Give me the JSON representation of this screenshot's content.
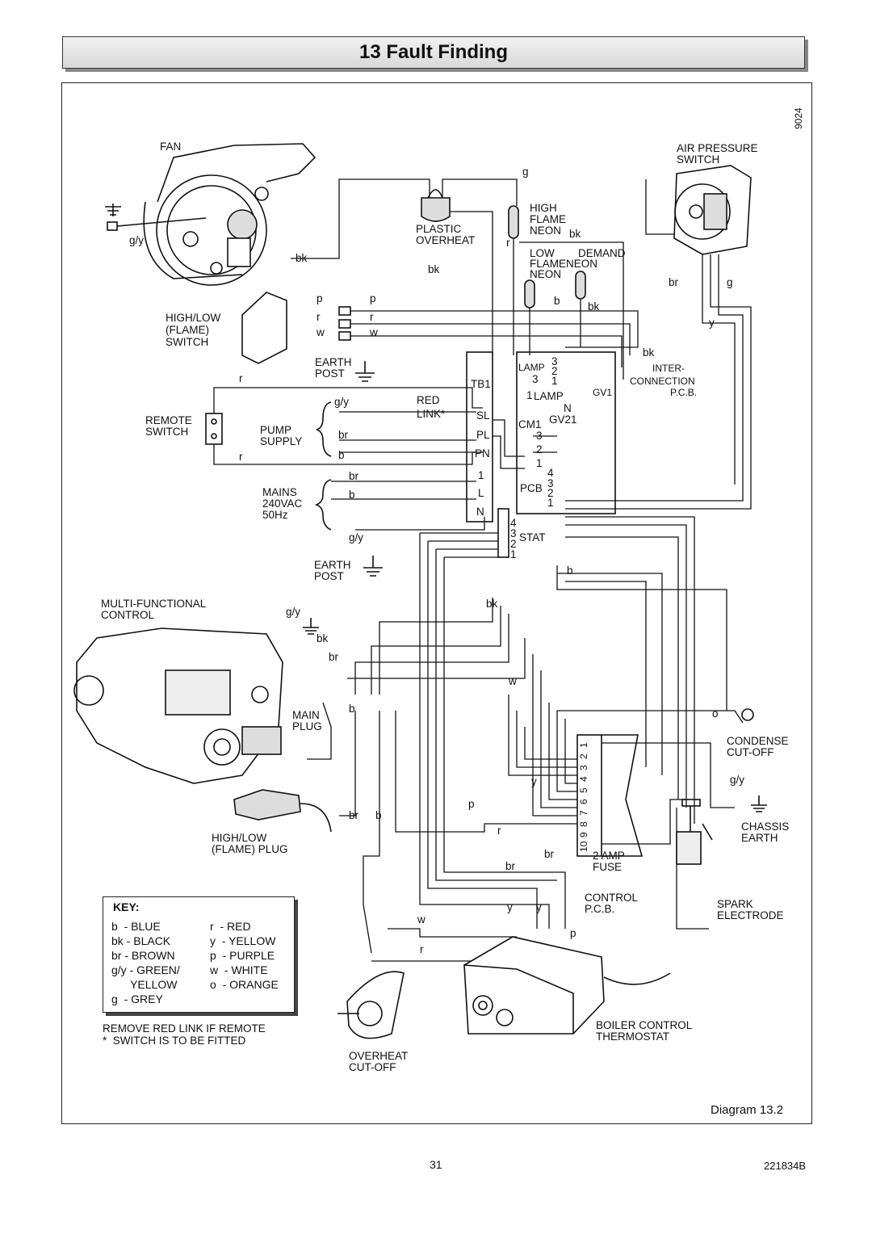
{
  "header": {
    "section_title": "13  Fault Finding"
  },
  "figure": {
    "ref_number": "9024",
    "diagram_label": "Diagram 13.2",
    "components": {
      "fan": "FAN",
      "air_pressure_switch": [
        "AIR PRESSURE",
        "SWITCH"
      ],
      "plastic_overheat": [
        "PLASTIC",
        "OVERHEAT"
      ],
      "high_flame_neon": [
        "HIGH",
        "FLAME",
        "NEON"
      ],
      "low_flame_neon": [
        "LOW",
        "FLAME",
        "NEON"
      ],
      "demand_neon": [
        "DEMAND",
        "NEON"
      ],
      "high_low_switch": [
        "HIGH/LOW",
        "(FLAME)",
        "SWITCH"
      ],
      "earth_post_top": [
        "EARTH",
        "POST"
      ],
      "earth_post_bottom": [
        "EARTH",
        "POST"
      ],
      "remote_switch": [
        "REMOTE",
        "SWITCH"
      ],
      "pump_supply": [
        "PUMP",
        "SUPPLY"
      ],
      "mains": [
        "MAINS",
        "240VAC",
        "50Hz"
      ],
      "red_link": [
        "RED",
        "LINK*"
      ],
      "interconnection_pcb": [
        "INTER-",
        "CONNECTION",
        "P.C.B."
      ],
      "multi_functional_control": [
        "MULTI-FUNCTIONAL",
        "CONTROL"
      ],
      "main_plug": [
        "MAIN",
        "PLUG"
      ],
      "high_low_plug": [
        "HIGH/LOW",
        "(FLAME) PLUG"
      ],
      "condense_cutoff": [
        "CONDENSE",
        "CUT-OFF"
      ],
      "chassis_earth": [
        "CHASSIS",
        "EARTH"
      ],
      "two_amp_fuse": [
        "2 AMP",
        "FUSE"
      ],
      "control_pcb": [
        "CONTROL",
        "P.C.B."
      ],
      "spark_electrode": [
        "SPARK",
        "ELECTRODE"
      ],
      "boiler_control_thermostat": [
        "BOILER CONTROL",
        "THERMOSTAT"
      ],
      "overheat_cutoff": [
        "OVERHEAT",
        "CUT-OFF"
      ]
    },
    "terminals": {
      "tb1": "TB1",
      "tb1_pins": [
        "SL",
        "PL",
        "PN",
        "1",
        "L",
        "N"
      ],
      "lamp_small": "LAMP",
      "lamp_pins": [
        "3",
        "2",
        "1"
      ],
      "lamp_block": "LAMP",
      "n_block": "N",
      "gv1": "GV1",
      "gv21": "GV21",
      "cm1": "CM1",
      "cm1_pins": [
        "3",
        "2",
        "1"
      ],
      "pcb": "PCB",
      "pcb_pins": [
        "4",
        "3",
        "2",
        "1"
      ],
      "stat": "STAT",
      "stat_pins": [
        "4",
        "3",
        "2",
        "1"
      ],
      "lamp_left_pins": [
        "3",
        "1"
      ],
      "gv_pins": [
        "3",
        "2",
        "1"
      ],
      "control_pcb_pins": [
        "10",
        "9",
        "8",
        "7",
        "6",
        "5",
        "4",
        "3",
        "2",
        "1"
      ]
    },
    "wire_labels": {
      "gy": "g/y",
      "bk": "bk",
      "g": "g",
      "p": "p",
      "r": "r",
      "w": "w",
      "b": "b",
      "br": "br",
      "y": "y",
      "o": "o"
    }
  },
  "key": {
    "title": "KEY:",
    "rows": [
      [
        "b  - BLUE",
        "r  - RED"
      ],
      [
        "bk - BLACK",
        "y  - YELLOW"
      ],
      [
        "br - BROWN",
        "p  - PURPLE"
      ],
      [
        "g/y - GREEN/",
        "w  - WHITE"
      ],
      [
        "      YELLOW",
        "o  - ORANGE"
      ],
      [
        "g  - GREY",
        ""
      ]
    ]
  },
  "note": [
    "REMOVE RED LINK IF REMOTE",
    "*  SWITCH IS TO BE FITTED"
  ],
  "footer": {
    "page_number": "31",
    "document_number": "221834B"
  }
}
